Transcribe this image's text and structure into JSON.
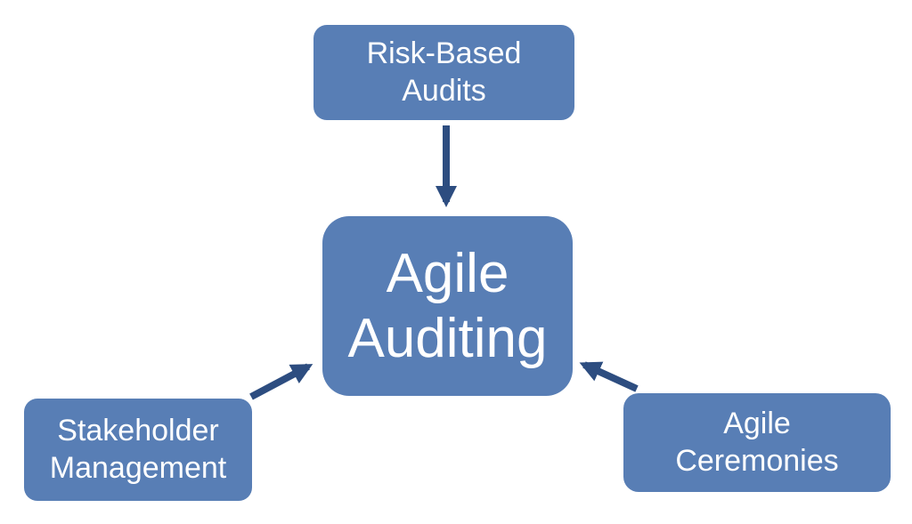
{
  "colors": {
    "background": "#ffffff",
    "box_fill": "#587eb5",
    "arrow": "#2d4d80",
    "text": "#ffffff"
  },
  "nodes": {
    "risk_based_audits": {
      "label": "Risk-Based\nAudits"
    },
    "agile_auditing": {
      "label": "Agile\nAuditing"
    },
    "stakeholder_management": {
      "label": "Stakeholder\nManagement"
    },
    "agile_ceremonies": {
      "label": "Agile\nCeremonies"
    }
  },
  "edges": [
    {
      "from": "risk_based_audits",
      "to": "agile_auditing"
    },
    {
      "from": "stakeholder_management",
      "to": "agile_auditing"
    },
    {
      "from": "agile_ceremonies",
      "to": "agile_auditing"
    }
  ]
}
